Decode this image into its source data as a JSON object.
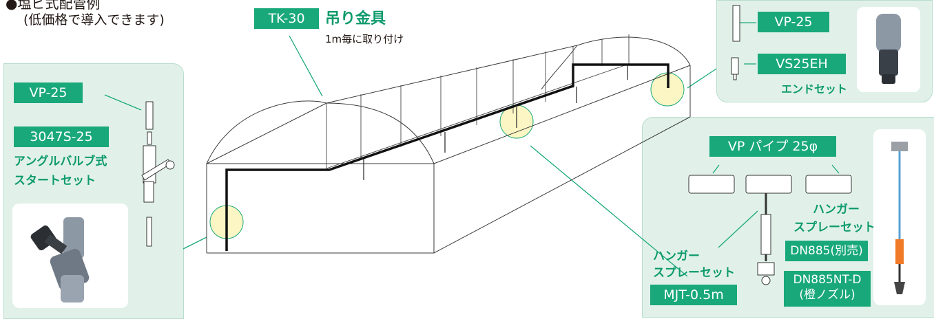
{
  "heading": {
    "line1": "●塩ビ式配管例",
    "line2": "(低価格で導入できます)"
  },
  "top_center": {
    "tag": "TK-30",
    "title": "吊り金具",
    "subtitle": "1m毎に取り付け"
  },
  "left_panel": {
    "pipe_tag": "VP-25",
    "valve_tag": "3047S-25",
    "valve_name_line1": "アングルバルブ式",
    "valve_name_line2": "スタートセット"
  },
  "right_top_panel": {
    "pipe_tag": "VP-25",
    "end_tag": "VS25EH",
    "end_name": "エンドセット"
  },
  "right_bottom_panel": {
    "pipe_tag": "VP パイプ 25φ",
    "hanger_right_line1": "ハンガー",
    "hanger_right_line2": "スプレーセット",
    "dn885_tag": "DN885(別売)",
    "hanger_left_line1": "ハンガー",
    "hanger_left_line2": "スプレーセット",
    "mjt_tag": "MJT-0.5m",
    "nozzle_tag_line1": "DN885NT-D",
    "nozzle_tag_line2": "(橙ノズル)"
  },
  "colors": {
    "accent": "#19a87a",
    "accent_text": "#0d9a6c",
    "panel_bg": "#e1f1ea",
    "highlight": "#fbf6c4"
  }
}
